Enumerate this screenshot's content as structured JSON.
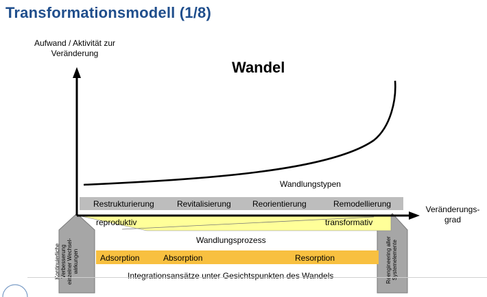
{
  "title": "Transformationsmodell  (1/8)",
  "y_axis_label": "Aufwand / Aktivität zur Veränderung",
  "x_axis_label": "Veränderungs-grad",
  "curve_label": "Wandel",
  "wandlungstypen": {
    "label": "Wandlungstypen",
    "items": [
      "Restrukturierung",
      "Revitalisierung",
      "Reorientierung",
      "Remodellierung"
    ]
  },
  "wandlungsprozess": {
    "label": "Wandlungsprozess",
    "left": "reproduktiv",
    "right": "transformativ"
  },
  "integration": {
    "label": "Integrationsansätze unter Gesichtspunkten des Wandels",
    "items": [
      "Adsorption",
      "Absorption",
      "Resorption"
    ]
  },
  "left_pillar": "Kontinuierliche Verbesserung einzelner Wechsel-wirkungen",
  "right_pillar": "Reengineering aller Systemelemente",
  "colors": {
    "title": "#1f4e8c",
    "types_bar": "#bdbdbd",
    "process_band": "#ffff99",
    "integration_bar": "#f8c040",
    "pillar": "#a6a6a6"
  }
}
